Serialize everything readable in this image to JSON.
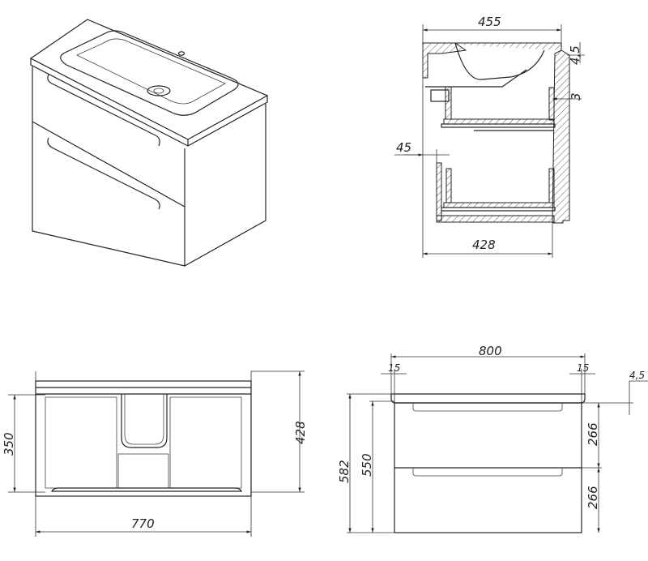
{
  "views": {
    "isometric": {
      "name": "isometric-view"
    },
    "side_section": {
      "dims": {
        "depth_top": "455",
        "sink_lip": "4,5",
        "gap": "3",
        "offset": "45",
        "depth_bottom": "428"
      }
    },
    "top_plan": {
      "dims": {
        "inner_depth": "350",
        "depth": "428",
        "width": "770"
      }
    },
    "front": {
      "dims": {
        "sink_width": "800",
        "overhang_left": "15",
        "overhang_right": "15",
        "sink_lip": "4,5",
        "total_height": "582",
        "cabinet_height": "550",
        "drawer_top": "266",
        "drawer_bottom": "266"
      }
    }
  },
  "colors": {
    "line": "#222222",
    "background": "#ffffff"
  }
}
